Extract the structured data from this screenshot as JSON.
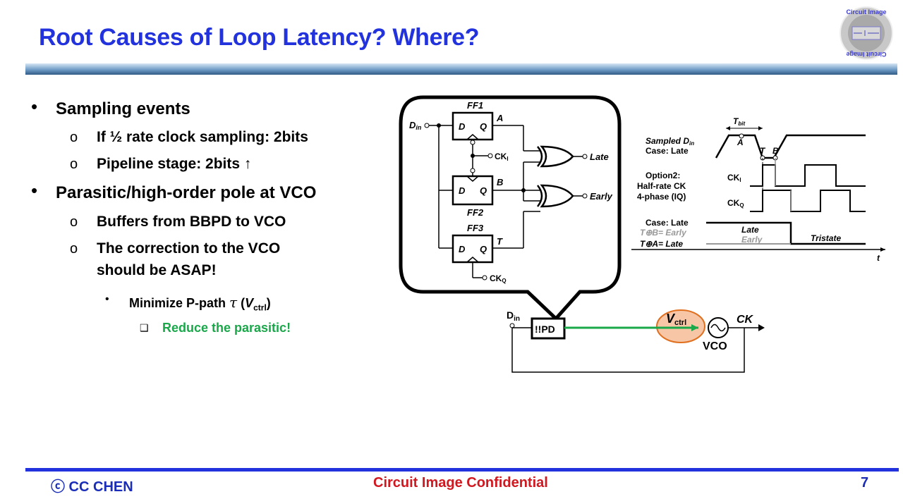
{
  "slide": {
    "title": "Root Causes of Loop Latency? Where?",
    "page_number": "7"
  },
  "logo": {
    "top_text": "Circuit Image",
    "bottom_text": "Circuit Image"
  },
  "bullets": {
    "b1": "Sampling events",
    "b1_sub1": "If ½ rate clock sampling: 2bits",
    "b1_sub2": "Pipeline stage: 2bits ↑",
    "b2": "Parasitic/high-order pole at VCO",
    "b2_sub1": "Buffers from BBPD to VCO",
    "b2_sub2_line1": "The correction to the VCO",
    "b2_sub2_line2": "should be ASAP!",
    "b3_pre": "Minimize P-path ",
    "b3_tau": "τ",
    "b3_open": " (",
    "b3_v": "V",
    "b3_sub": "ctrl",
    "b3_close": ")",
    "b4": "Reduce the parasitic!"
  },
  "circuit": {
    "ff1": "FF1",
    "ff2": "FF2",
    "ff3": "FF3",
    "din": "D",
    "din_sub": "in",
    "d": "D",
    "q": "Q",
    "a": "A",
    "b": "B",
    "t": "T",
    "cki": "CK",
    "cki_sub": "I",
    "ckq": "CK",
    "ckq_sub": "Q",
    "late": "Late",
    "early": "Early"
  },
  "timing": {
    "tbit": "T",
    "tbit_sub": "bit",
    "sampled": "Sampled D",
    "sampled_sub": "in",
    "case_late": "Case: Late",
    "a": "A",
    "t": "T",
    "b": "B",
    "option2": "Option2:",
    "half_rate": "Half-rate CK",
    "four_phase": "4-phase (IQ)",
    "cki": "CK",
    "cki_sub": "I",
    "ckq": "CK",
    "ckq_sub": "Q",
    "case_late2": "Case: Late",
    "txb": "T⊕B= Early",
    "txa": "T⊕A= Late",
    "late": "Late",
    "early": "Early",
    "tristate": "Tristate",
    "t_axis": "t"
  },
  "loop": {
    "din": "D",
    "din_sub": "in",
    "pd": "!!PD",
    "vctrl": "V",
    "vctrl_sub": "ctrl",
    "ck": "CK",
    "vco": "VCO"
  },
  "footer": {
    "left": "ⓒ CC CHEN",
    "middle": "Circuit Image Confidential"
  },
  "colors": {
    "title": "#2233dd",
    "footer_line": "#2233dd",
    "confidential": "#d01820",
    "accent_green": "#1aa84a",
    "vctrl_fill": "#f6c6a6",
    "vctrl_stroke": "#e07020"
  }
}
